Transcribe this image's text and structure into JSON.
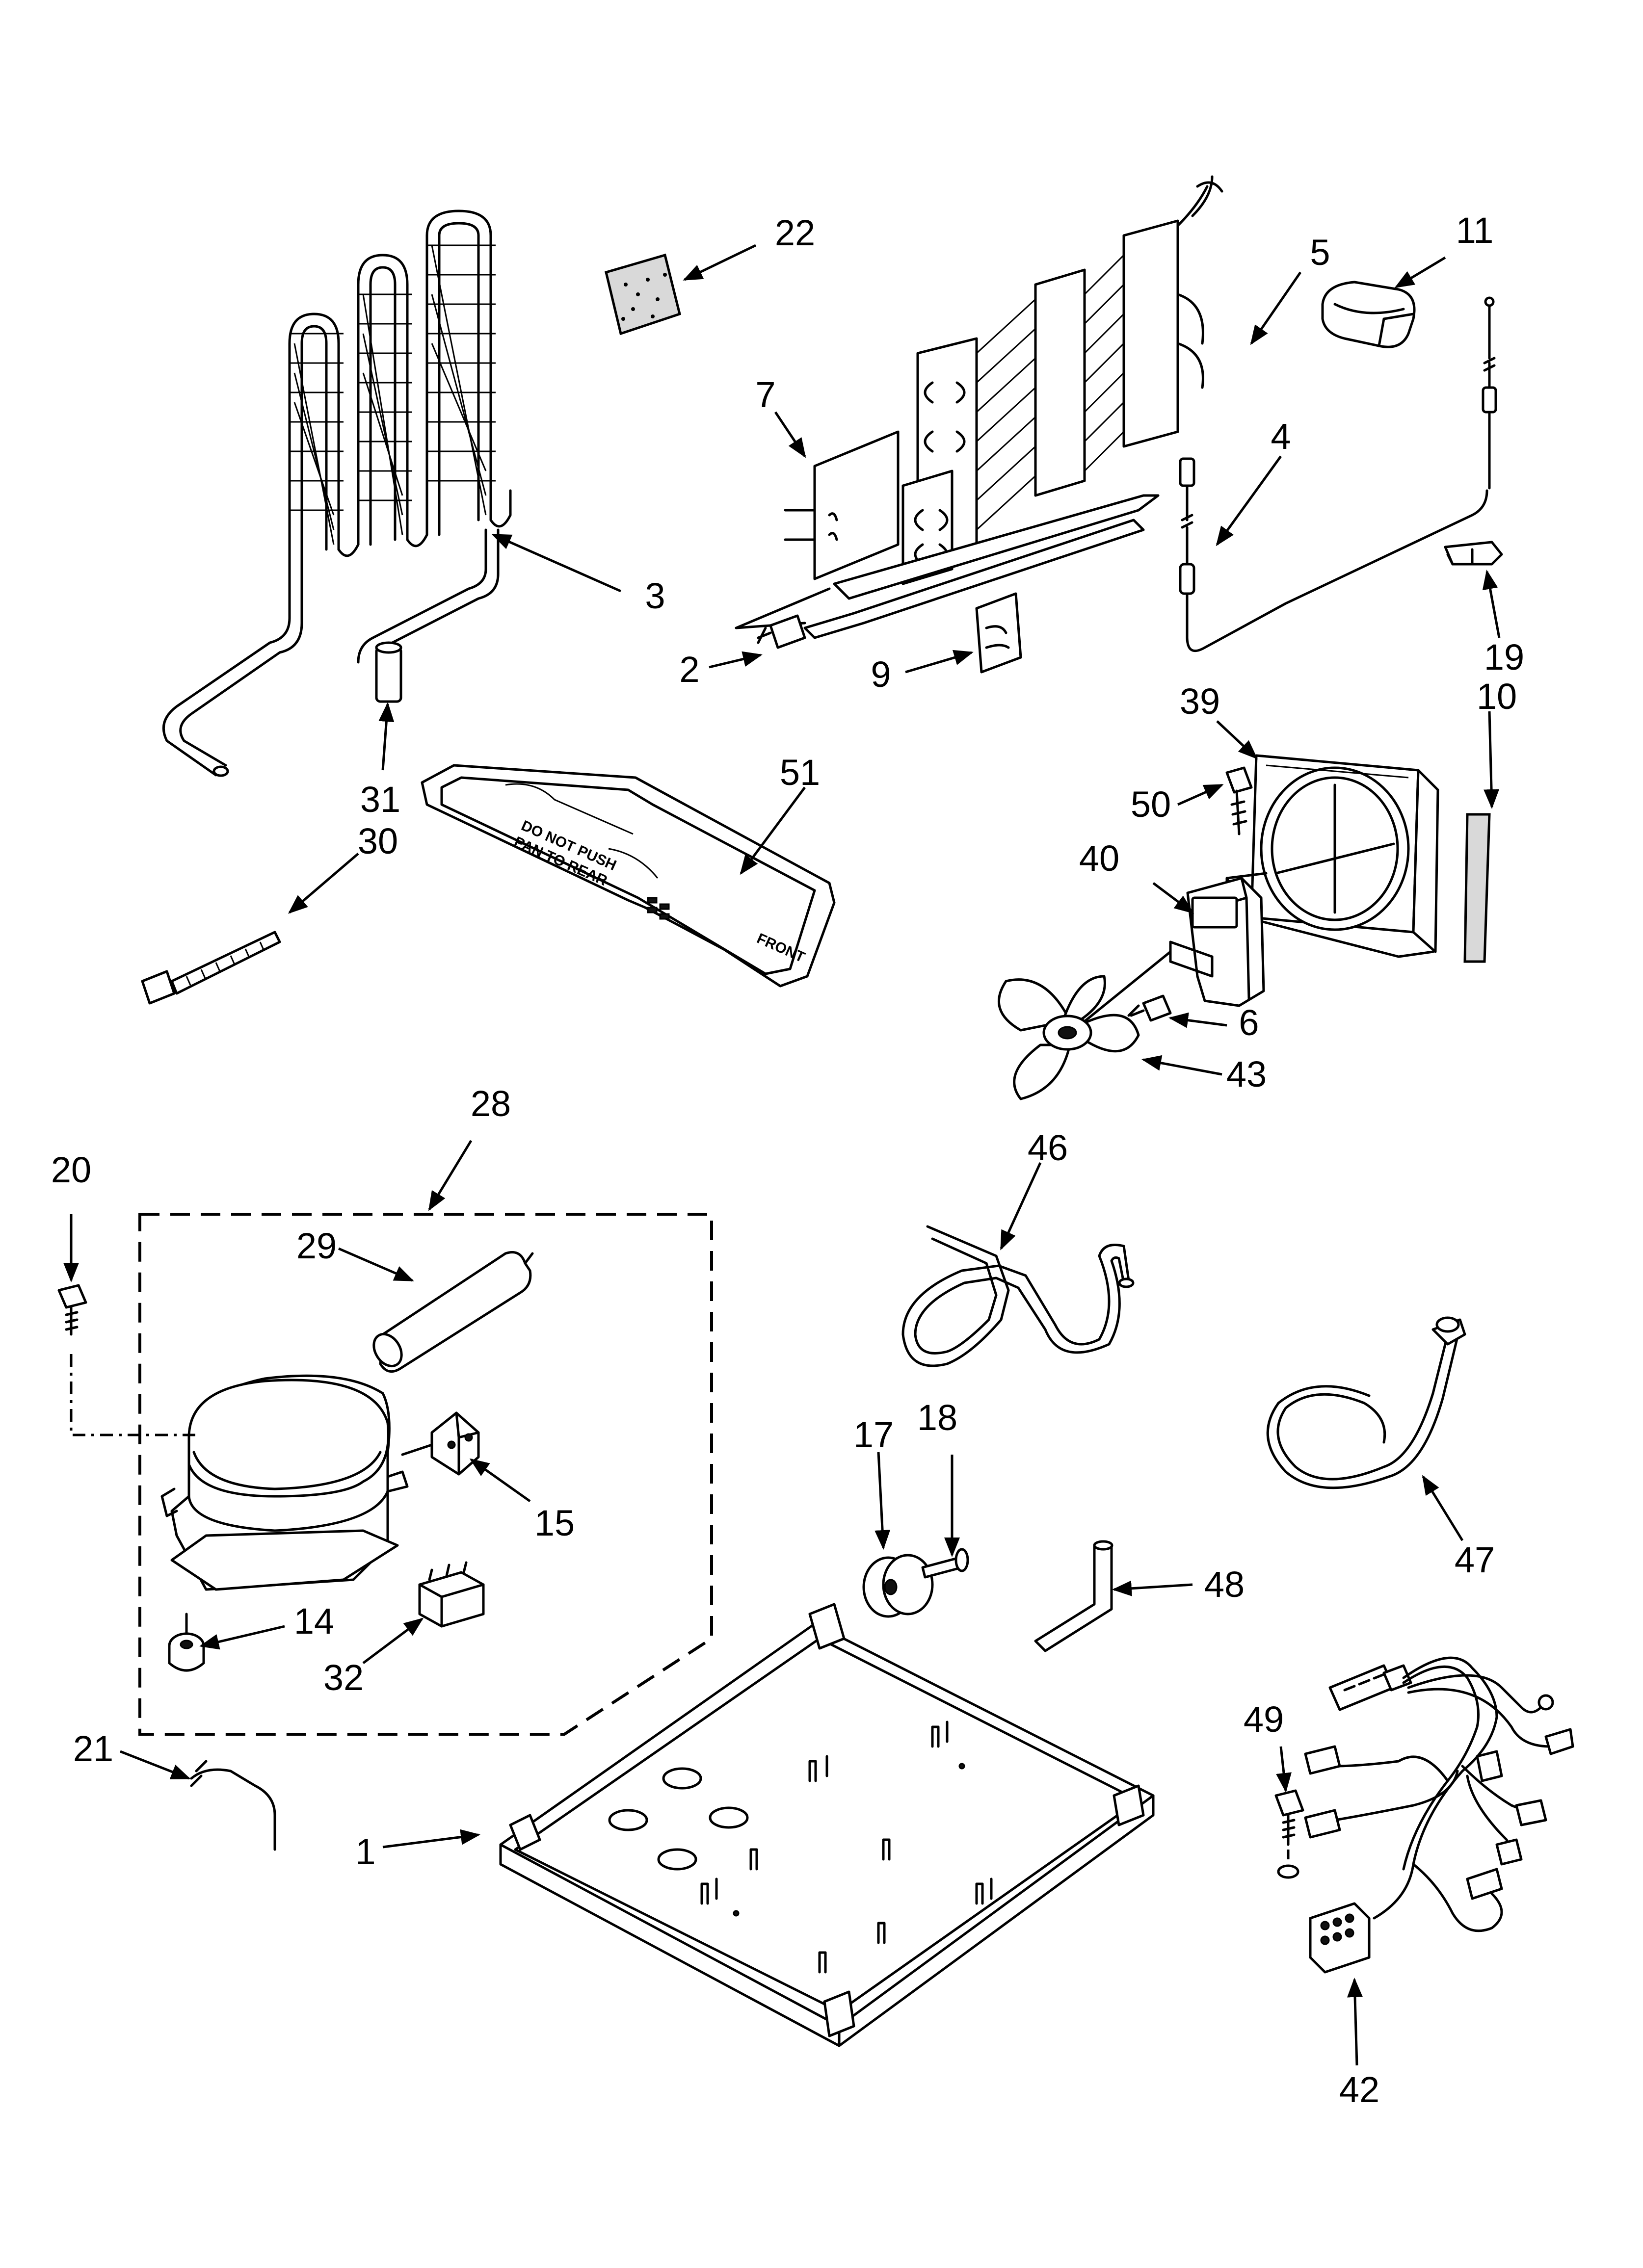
{
  "diagram": {
    "title": "",
    "callouts": [
      "22",
      "5",
      "11",
      "7",
      "4",
      "3",
      "2",
      "9",
      "19",
      "10",
      "39",
      "31",
      "51",
      "50",
      "30",
      "40",
      "6",
      "43",
      "46",
      "28",
      "20",
      "29",
      "15",
      "18",
      "17",
      "48",
      "47",
      "14",
      "32",
      "49",
      "21",
      "1",
      "42"
    ],
    "tray_markings": [
      "DO NOT PUSH",
      "PAN TO REAR",
      "FRONT"
    ]
  },
  "colors": {
    "ink": "#000000",
    "paper": "#ffffff",
    "shade": "#d9d9d9"
  }
}
